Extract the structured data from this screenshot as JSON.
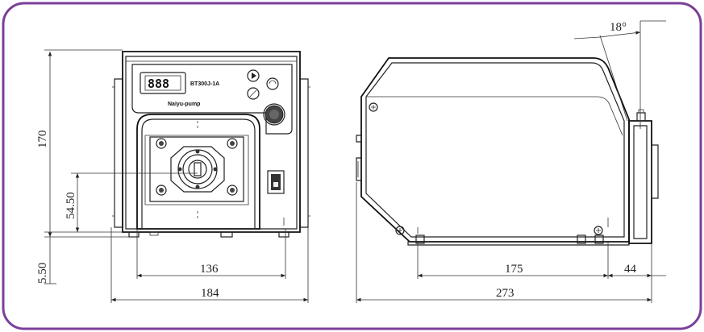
{
  "frame": {
    "border_color": "#7b3f98"
  },
  "front_view": {
    "model_label": "BT300J-1A",
    "brand_label": "Naiyu-pump",
    "display_digits": "888",
    "dims": {
      "height_total": "170",
      "height_center": "54.50",
      "foot_height": "5.50",
      "width_inner": "136",
      "width_total": "184"
    }
  },
  "side_view": {
    "dims": {
      "angle": "18°",
      "length_main": "175",
      "length_head": "44",
      "length_total": "273"
    }
  }
}
